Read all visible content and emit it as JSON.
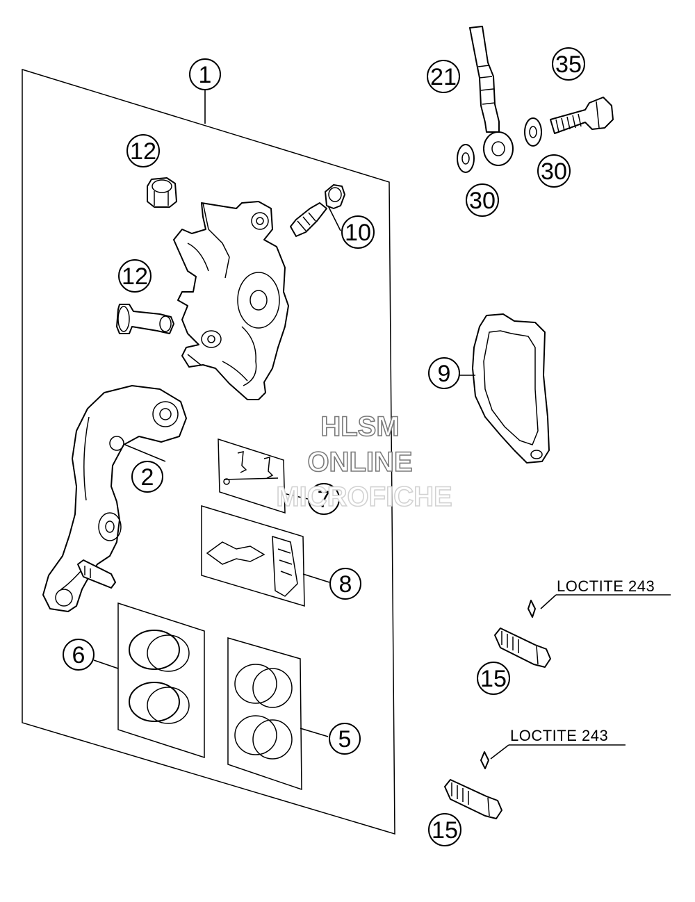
{
  "callouts": [
    {
      "id": "c1",
      "label": "1"
    },
    {
      "id": "c2",
      "label": "2"
    },
    {
      "id": "c5",
      "label": "5"
    },
    {
      "id": "c6",
      "label": "6"
    },
    {
      "id": "c7",
      "label": "7"
    },
    {
      "id": "c8",
      "label": "8"
    },
    {
      "id": "c9",
      "label": "9"
    },
    {
      "id": "c10",
      "label": "10"
    },
    {
      "id": "c12a",
      "label": "12"
    },
    {
      "id": "c12b",
      "label": "12"
    },
    {
      "id": "c15a",
      "label": "15"
    },
    {
      "id": "c15b",
      "label": "15"
    },
    {
      "id": "c21",
      "label": "21"
    },
    {
      "id": "c30a",
      "label": "30"
    },
    {
      "id": "c30b",
      "label": "30"
    },
    {
      "id": "c35",
      "label": "35"
    }
  ],
  "annotations": {
    "loctite_top": "LOCTITE 243",
    "loctite_bottom": "LOCTITE 243"
  },
  "watermark": {
    "line1": "HLSM",
    "line2": "ONLINE",
    "line3": "MICROFICHE"
  },
  "colors": {
    "line": "#000000",
    "background": "#ffffff",
    "watermark_stroke": "#7a7a7a"
  }
}
